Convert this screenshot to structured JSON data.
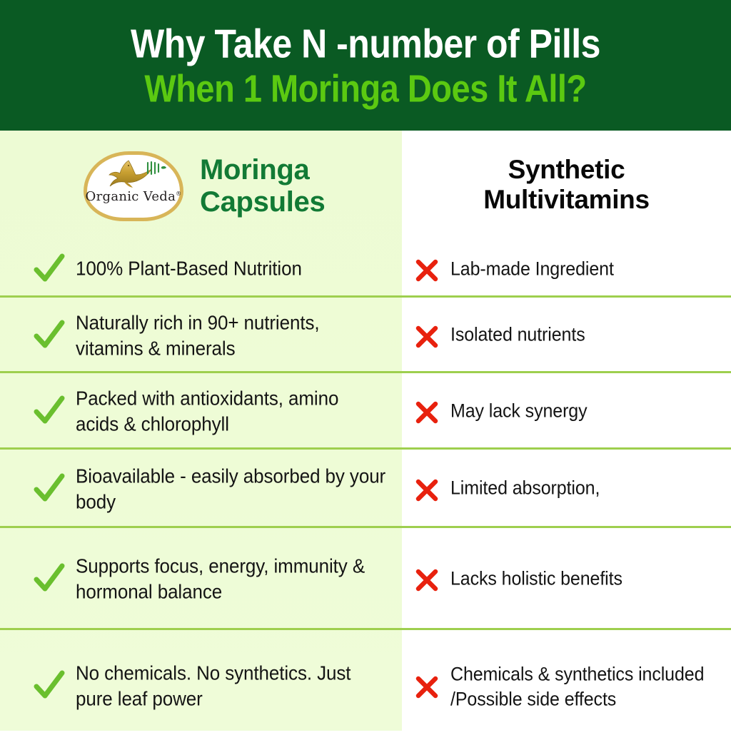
{
  "header": {
    "line1": "Why Take N -number of  Pills",
    "line2": "When 1 Moringa Does It All?",
    "bg_color": "#0a5a23",
    "line1_color": "#ffffff",
    "line2_color": "#5bc911"
  },
  "columns": {
    "left": {
      "title": "Moringa Capsules",
      "title_line1": "Moringa",
      "title_line2": "Capsules",
      "title_color": "#127a35",
      "bg_color": "#eefcd6",
      "logo": {
        "brand": "Organic Veda",
        "trademark": "®",
        "bird_color": "#c9a032",
        "leaf_color": "#2f8f3f",
        "border_color": "#d8b558"
      }
    },
    "right": {
      "title": "Synthetic Multivitamins",
      "title_line1": "Synthetic",
      "title_line2": "Multivitamins",
      "title_color": "#080808",
      "bg_color": "#ffffff"
    }
  },
  "icons": {
    "check": {
      "name": "check-icon",
      "color": "#6abf2e"
    },
    "cross": {
      "name": "cross-icon",
      "color": "#e8210e"
    }
  },
  "divider_color": "#9ecf4e",
  "rows": [
    {
      "left": "100% Plant-Based Nutrition",
      "right": "Lab-made Ingredient"
    },
    {
      "left": "Naturally rich in 90+ nutrients, vitamins & minerals",
      "right": "Isolated nutrients"
    },
    {
      "left": "Packed with antioxidants, amino acids & chlorophyll",
      "right": "May lack synergy"
    },
    {
      "left": "Bioavailable - easily absorbed by your body",
      "right": "Limited absorption,"
    },
    {
      "left": "Supports focus, energy, immunity & hormonal balance",
      "right": "Lacks holistic benefits"
    },
    {
      "left": "No chemicals. No synthetics. Just pure leaf power",
      "right": "Chemicals & synthetics included /Possible side effects"
    }
  ]
}
